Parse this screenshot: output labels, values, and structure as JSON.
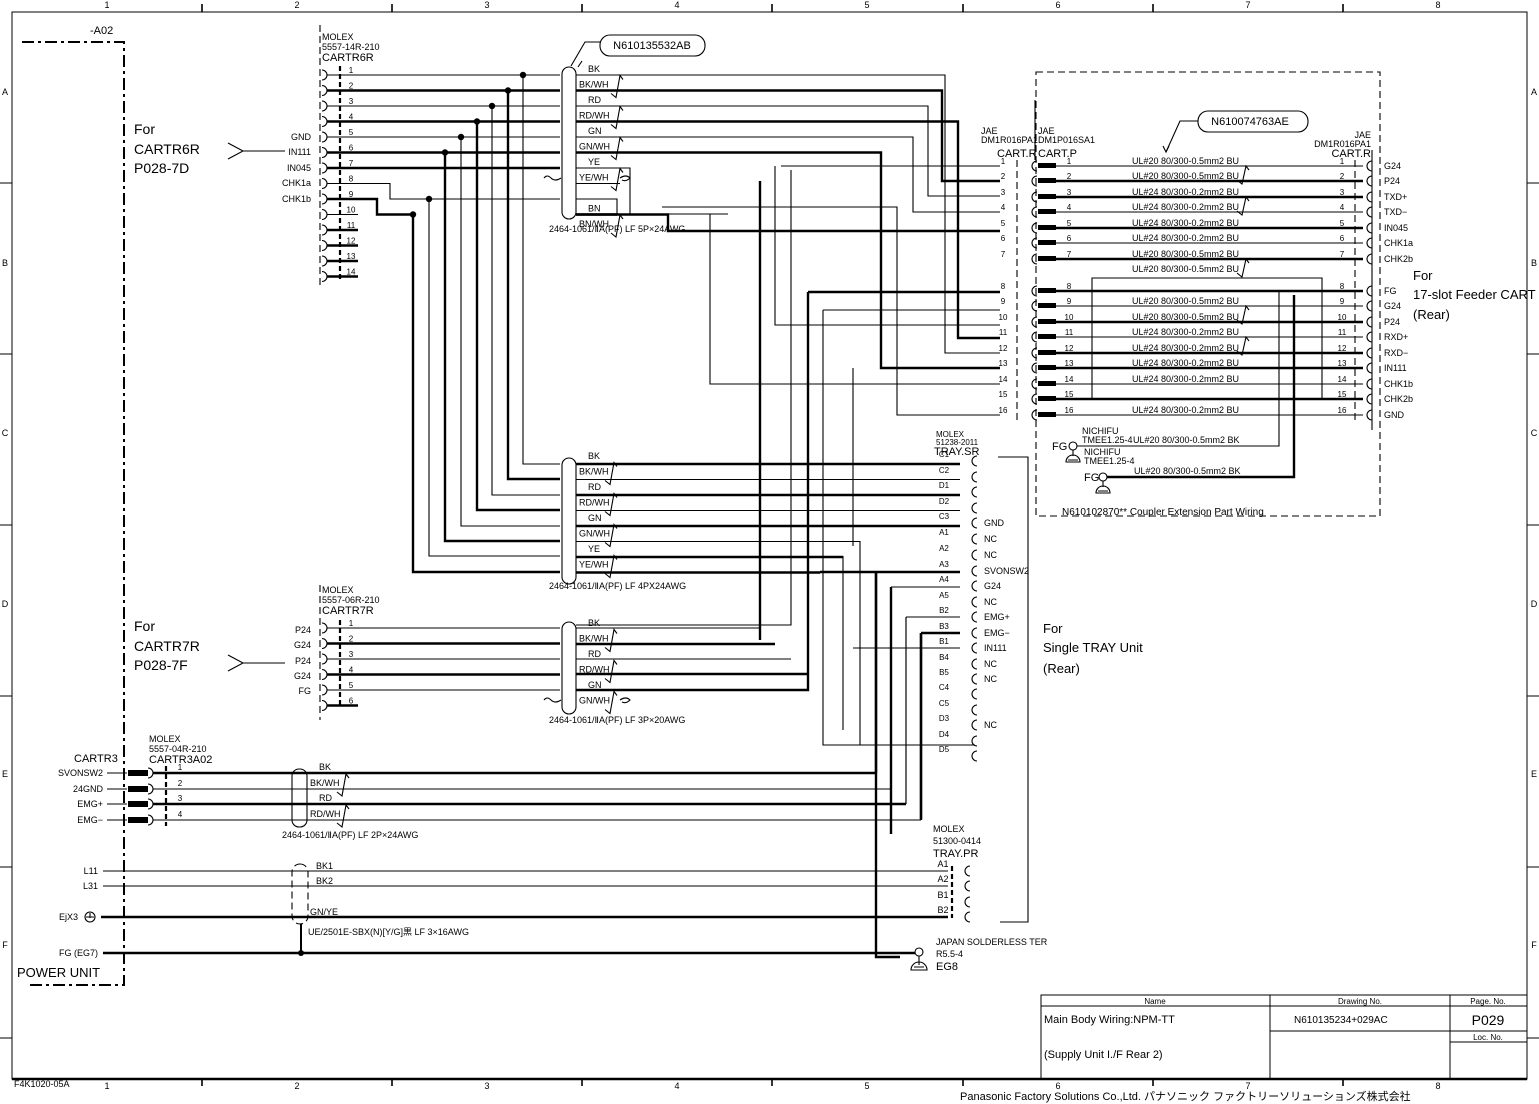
{
  "frame": {
    "columns": [
      "1",
      "2",
      "3",
      "4",
      "5",
      "6",
      "7",
      "8"
    ],
    "rows": [
      "A",
      "B",
      "C",
      "D",
      "E",
      "F"
    ],
    "form_code": "F4K1020-05A"
  },
  "power_unit_block": {
    "ref": "-A02",
    "label": "POWER UNIT"
  },
  "cartr6r": {
    "maker": "MOLEX",
    "part": "5557-14R-210",
    "name": "CARTR6R",
    "for_label": [
      "For",
      "CARTR6R",
      "P028-7D"
    ],
    "signals": [
      "GND",
      "IN111",
      "IN045",
      "CHK1a",
      "CHK1b"
    ],
    "pins": [
      "1",
      "2",
      "3",
      "4",
      "5",
      "6",
      "7",
      "8",
      "9",
      "10",
      "11",
      "12",
      "13",
      "14"
    ]
  },
  "cable_5p": {
    "part_no": "N610135532AB",
    "colors": [
      "BK",
      "BK/WH",
      "RD",
      "RD/WH",
      "GN",
      "GN/WH",
      "YE",
      "YE/WH",
      "BN",
      "BN/WH"
    ],
    "spec": "2464-1061/ⅡA(PF) LF 5P×24AWG"
  },
  "cable_4p": {
    "colors": [
      "BK",
      "BK/WH",
      "RD",
      "RD/WH",
      "GN",
      "GN/WH",
      "YE",
      "YE/WH"
    ],
    "spec": "2464-1061/ⅡA(PF)  LF 4PX24AWG"
  },
  "cartr7r": {
    "maker": "MOLEX",
    "part": "5557-06R-210",
    "name": "CARTR7R",
    "for_label": [
      "For",
      "CARTR7R",
      "P028-7F"
    ],
    "signals": [
      "P24",
      "G24",
      "P24",
      "G24",
      "FG"
    ],
    "pins": [
      "1",
      "2",
      "3",
      "4",
      "5",
      "6"
    ]
  },
  "cable_3p": {
    "colors": [
      "BK",
      "BK/WH",
      "RD",
      "RD/WH",
      "GN",
      "GN/WH"
    ],
    "spec": "2464-1061/ⅡA(PF) LF 3P×20AWG"
  },
  "cartr3": {
    "name": "CARTR3",
    "signals": [
      "SVONSW2",
      "24GND",
      "EMG+",
      "EMG−"
    ],
    "conn_maker": "MOLEX",
    "conn_part": "5557-04R-210",
    "conn_name": "CARTR3A02",
    "pins": [
      "1",
      "2",
      "3",
      "4"
    ]
  },
  "cable_2p": {
    "colors": [
      "BK",
      "BK/WH",
      "RD",
      "RD/WH"
    ],
    "spec": "2464-1061/ⅡA(PF) LF 2P×24AWG"
  },
  "power_lines": {
    "signals": [
      "L11",
      "L31",
      "EjX3",
      "FG (EG7)"
    ],
    "colors": [
      "BK1",
      "BK2",
      "GN/YE"
    ],
    "spec": "UE/2501E-SBX(N)[Y/G]黒 LF 3×16AWG"
  },
  "coupler": {
    "part_no": "N610074763AE",
    "cart_r_left": {
      "maker": "JAE",
      "part": "DM1R016PA1",
      "name": "CART.R"
    },
    "cart_p": {
      "maker": "JAE",
      "part": "DM1P016SA1",
      "name": "CART.P"
    },
    "cart_r_right": {
      "maker": "JAE",
      "part": "DM1R016PA1",
      "name": "CART.R"
    },
    "pins": [
      "1",
      "2",
      "3",
      "4",
      "5",
      "6",
      "7",
      "8",
      "9",
      "10",
      "11",
      "12",
      "13",
      "14",
      "15",
      "16"
    ],
    "wire_specs": [
      "UL#20 80/300-0.5mm2  BU",
      "UL#20 80/300-0.5mm2  BU",
      "UL#24 80/300-0.2mm2  BU",
      "UL#24 80/300-0.2mm2  BU",
      "UL#24 80/300-0.2mm2  BU",
      "UL#24 80/300-0.2mm2  BU",
      "UL#20 80/300-0.5mm2  BU",
      "UL#20 80/300-0.5mm2  BU",
      "UL#20 80/300-0.5mm2  BU",
      "UL#20 80/300-0.5mm2  BU",
      "UL#24 80/300-0.2mm2  BU",
      "UL#24 80/300-0.2mm2  BU",
      "UL#24 80/300-0.2mm2  BU",
      "UL#24 80/300-0.2mm2  BU",
      "UL#24 80/300-0.2mm2  BU"
    ],
    "right_signals": [
      "G24",
      "P24",
      "TXD+",
      "TXD−",
      "IN045",
      "CHK1a",
      "CHK2b",
      "FG",
      "G24",
      "P24",
      "RXD+",
      "RXD−",
      "IN111",
      "CHK1b",
      "CHK2b",
      "GND"
    ],
    "fg1": {
      "label": "FG",
      "maker": "NICHIFU",
      "part": "TMEE1.25-4",
      "wire": "UL#20 80/300-0.5mm2  BK"
    },
    "fg2": {
      "label": "FG",
      "maker": "NICHIFU",
      "part": "TMEE1.25-4",
      "wire": "UL#20 80/300-0.5mm2  BK"
    },
    "caption": "N610102870** Coupler Extension Part Wiring",
    "for_label": [
      "For",
      "17-slot Feeder CART",
      "(Rear)"
    ]
  },
  "tray_sr": {
    "maker": "MOLEX",
    "part": "51238-2011",
    "name": "TRAY.SR",
    "pins": [
      "C1",
      "C2",
      "D1",
      "D2",
      "C3",
      "A1",
      "A2",
      "A3",
      "A4",
      "A5",
      "B2",
      "B3",
      "B1",
      "B4",
      "B5",
      "C4",
      "C5",
      "D3",
      "D4",
      "D5"
    ],
    "signals": [
      "",
      "",
      "",
      "",
      "GND",
      "NC",
      "NC",
      "SVONSW2",
      "G24",
      "NC",
      "EMG+",
      "EMG−",
      "IN111",
      "NC",
      "NC",
      "",
      "",
      "NC",
      "",
      ""
    ],
    "for_label": [
      "For",
      "Single TRAY Unit",
      "(Rear)"
    ]
  },
  "tray_pr": {
    "maker": "MOLEX",
    "part": "51300-0414",
    "name": "TRAY.PR",
    "pins": [
      "A1",
      "A2",
      "B1",
      "B2"
    ]
  },
  "eg8": {
    "maker": "JAPAN SOLDERLESS TER",
    "part": "R5.5-4",
    "name": "EG8"
  },
  "title_block": {
    "name_header": "Name",
    "drawing_header": "Drawing No.",
    "page_header": "Page. No.",
    "loc_header": "Loc. No.",
    "name_line1": "Main Body Wiring:NPM-TT",
    "name_line2": "(Supply Unit I./F Rear 2)",
    "drawing_no": "N610135234+029AC",
    "page_no": "P029"
  },
  "company": "Panasonic Factory Solutions Co.,Ltd. パナソニック ファクトリーソリューションズ株式会社"
}
